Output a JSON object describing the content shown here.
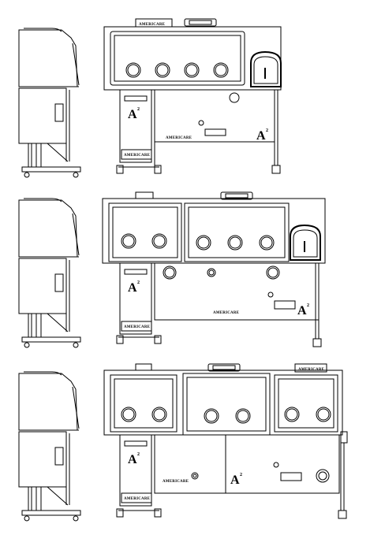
{
  "brand": {
    "name": "AMERICARE",
    "mark": "A",
    "mark_superscript": "2"
  },
  "views": [
    {
      "id": "row1",
      "label_present": false,
      "gloveports": 4,
      "chambers": 1
    },
    {
      "id": "row2",
      "label_present": false,
      "gloveports": 5,
      "chambers": 2
    },
    {
      "id": "row3",
      "label_present": false,
      "gloveports": 6,
      "chambers": 3
    }
  ]
}
